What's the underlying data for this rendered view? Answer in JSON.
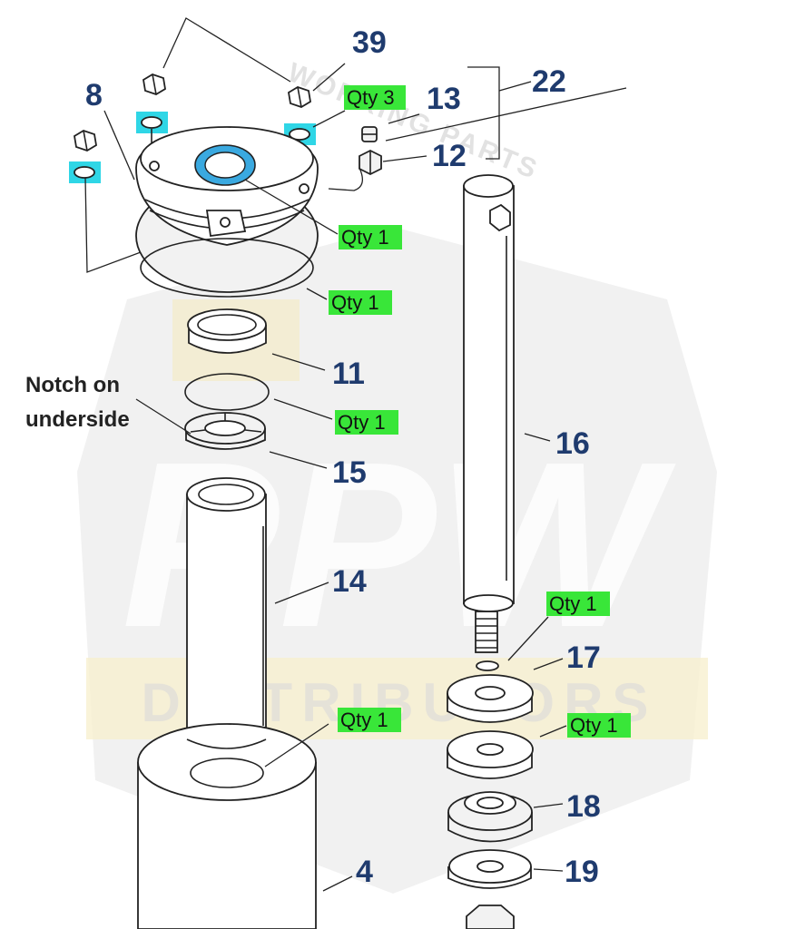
{
  "watermark": {
    "brand": "PPW",
    "subtitle": "DISTRIBUTORS",
    "arc_text": "WORKING PARTS",
    "colors": {
      "shield": "#ececec",
      "band": "#f8f0cf"
    }
  },
  "part_numbers": {
    "p39": "39",
    "p8": "8",
    "p13": "13",
    "p22": "22",
    "p12": "12",
    "p11": "11",
    "p15": "15",
    "p16": "16",
    "p14": "14",
    "p17": "17",
    "p18": "18",
    "p4": "4",
    "p19": "19"
  },
  "qty_labels": {
    "q_washers": "Qty 3",
    "q_bearing": "Qty 1",
    "q_oring_large": "Qty 1",
    "q_oring_small": "Qty 1",
    "q_shaft_seal": "Qty 1",
    "q_rod_oring": "Qty 1",
    "q_washer_lower": "Qty 1"
  },
  "note": {
    "line1": "Notch on",
    "line2": "underside"
  },
  "colors": {
    "label_number": "#1f3b6e",
    "qty_highlight": "#39e639",
    "washer_highlight": "#2fd6e6",
    "bearing_highlight": "#3aa9e0"
  }
}
